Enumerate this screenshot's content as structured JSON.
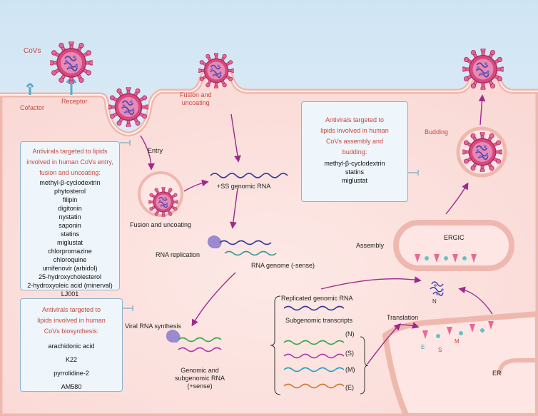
{
  "labels": {
    "covs": "CoVs",
    "cofactor": "Cofactor",
    "receptor": "Receptor",
    "fusion_top": [
      "Fusion and",
      "uncoating"
    ],
    "entry": "Entry",
    "fusion_uncoating": "Fusion and uncoating",
    "genomic_rna": "+SS genomic RNA",
    "rna_replication": "RNA replication",
    "rna_genome_neg": "RNA genome (-sense)",
    "viral_rna_synthesis": "Viral RNA synthesis",
    "genomic_subgenomic": [
      "Genomic and",
      "subgenomic RNA",
      "(+sense)"
    ],
    "replicated_genomic": "Replicated genomic RNA",
    "subgenomic_transcripts": "Subgenomic transcripts",
    "transcript_n": "(N)",
    "transcript_s": "(S)",
    "transcript_m": "(M)",
    "transcript_e": "(E)",
    "translation": "Translation",
    "er": "ER",
    "ergic": "ERGIC",
    "assembly": "Assembly",
    "budding": "Budding",
    "protein_n": "N",
    "protein_e": "E",
    "protein_s": "S",
    "protein_m": "M"
  },
  "box_entry": {
    "title": [
      "Antivirals targeted to lipids",
      "involved in human CoVs entry,",
      "fusion and uncoating:"
    ],
    "items": [
      "methyl-β-cyclodextrin",
      "phytosterol",
      "filipin",
      "digitonin",
      "nystatin",
      "saponin",
      "statins",
      "miglustat",
      "chlorpromazine",
      "chloroquine",
      "umifenovir (arbidol)",
      "25-hydroxycholesterol",
      "2-hydroxyoleic acid (minerval)",
      "LJ001"
    ]
  },
  "box_biosynthesis": {
    "title": [
      "Antivirals targeted to",
      "lipids involved in human",
      "CoVs biosynthesis:"
    ],
    "items": [
      "arachidonic acid",
      "K22",
      "pyrrolidine-2",
      "AM580"
    ]
  },
  "box_assembly": {
    "title": [
      "Antivirals targeted to",
      "lipids involved in human",
      "CoVs assembly and",
      "budding:"
    ],
    "items": [
      "methyl-β-cyclodextrin",
      "statins",
      "miglustat"
    ]
  },
  "colors": {
    "cell_fill": "#fbe4e2",
    "membrane": "#f2c1b8",
    "sky": "#e6f1f9",
    "arrow": "#a0288c",
    "virus_fill": "#d8487f",
    "rna_genomic": "#3a3a9a",
    "rna_neg": "#3a9a8a",
    "rna_n": "#3aa84a",
    "rna_s": "#b03ab0",
    "rna_m": "#2aa0c8",
    "rna_e": "#d07a30",
    "label_red": "#c8473a"
  }
}
